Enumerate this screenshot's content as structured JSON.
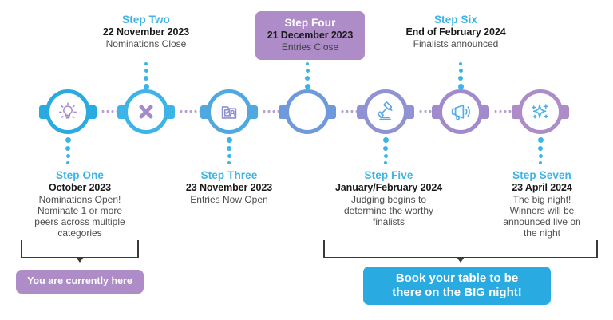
{
  "theme": {
    "blue": "#29ABE2",
    "light_blue": "#3CB4E8",
    "purple": "#AE8CC8",
    "ring_purple": "#A48BC8",
    "dot_purple": "#B9A0D4",
    "text_dark": "#1a1a1a",
    "text_gray": "#4d4d4d",
    "background": "#ffffff"
  },
  "timeline": {
    "steps": [
      {
        "title": "Step One",
        "date": "October 2023",
        "desc": "Nominations Open!\nNominate 1 or more\npeers across multiple\ncategories",
        "desc_lines": [
          "Nominations Open!",
          "Nominate 1 or more",
          "peers across multiple",
          "categories"
        ],
        "icon": "lightbulb-icon",
        "position": "below",
        "highlighted": false,
        "ring_color": "#29ABE2",
        "icon_color": "#A48BC8"
      },
      {
        "title": "Step Two",
        "date": "22 November 2023",
        "desc": "Nominations Close",
        "desc_lines": [
          "Nominations Close"
        ],
        "icon": "close-x-icon",
        "position": "above",
        "highlighted": false,
        "ring_color": "#3CB4E8",
        "icon_color": "#A48BC8"
      },
      {
        "title": "Step Three",
        "date": "23 November 2023",
        "desc": "Entries Now Open",
        "desc_lines": [
          "Entries Now Open"
        ],
        "icon": "document-profile-icon",
        "position": "below",
        "highlighted": false,
        "ring_color": "#4FA8E0",
        "icon_color": "#8E8FD0"
      },
      {
        "title": "Step Four",
        "date": "21 December 2023",
        "desc": "Entries Close",
        "desc_lines": [
          "Entries Close"
        ],
        "icon": "close-x-icon",
        "position": "above",
        "highlighted": true,
        "ring_color": "#6E9ADC",
        "icon_color": "#ffffff"
      },
      {
        "title": "Step Five",
        "date": "January/February 2024",
        "desc": "Judging begins to\ndetermine the worthy\nfinalists",
        "desc_lines": [
          "Judging begins to",
          "determine the worthy",
          "finalists"
        ],
        "icon": "gavel-icon",
        "position": "below",
        "highlighted": false,
        "ring_color": "#8F93D4",
        "icon_color": "#5FA9E0"
      },
      {
        "title": "Step Six",
        "date": "End of February 2024",
        "desc": "Finalists announced",
        "desc_lines": [
          "Finalists announced"
        ],
        "icon": "megaphone-icon",
        "position": "above",
        "highlighted": false,
        "ring_color": "#A18BCC",
        "icon_color": "#4FB0E4"
      },
      {
        "title": "Step Seven",
        "date": "23 April 2024",
        "desc": "The big night!\nWinners will be\nannounced live on\nthe night",
        "desc_lines": [
          "The big night!",
          "Winners will be",
          "announced live on",
          "the night"
        ],
        "icon": "sparkle-icon",
        "position": "below",
        "highlighted": false,
        "ring_color": "#AE8CC8",
        "icon_color": "#4FB0E4"
      }
    ]
  },
  "callouts": {
    "current_position": {
      "label": "You are currently here",
      "color": "#AE8CC8"
    },
    "book_table": {
      "line1": "Book your table to be",
      "line2": "there on the BIG night!",
      "color": "#29ABE2"
    }
  }
}
